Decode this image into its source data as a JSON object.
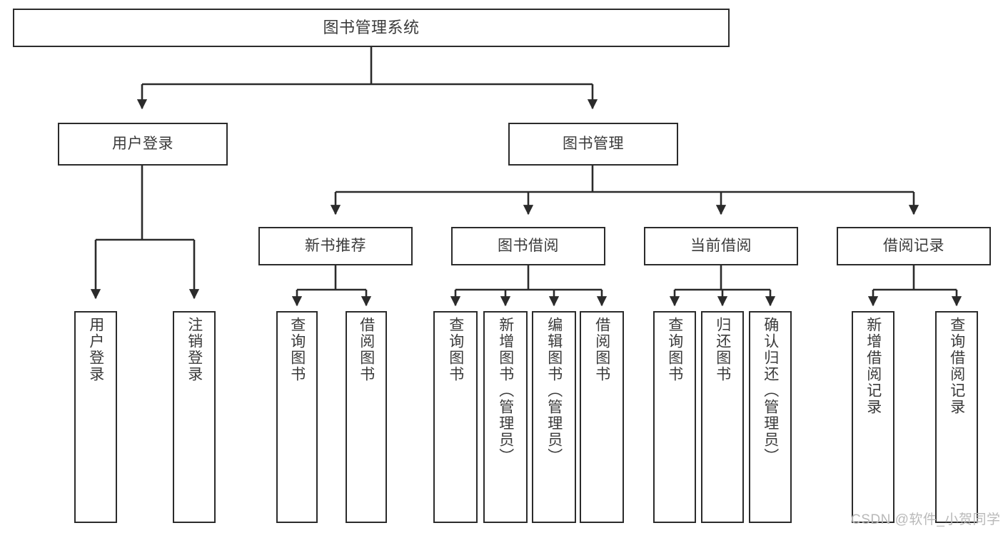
{
  "diagram": {
    "title": "图书管理系统",
    "type": "tree-hierarchy-chart",
    "colors": {
      "box_border": "#2b2b2b",
      "box_fill": "#ffffff",
      "text": "#3a3a3a",
      "edge": "#2b2b2b",
      "watermark": "#b9b9b9",
      "background": "#ffffff"
    },
    "root": {
      "label": "图书管理系统"
    },
    "level2": [
      {
        "label": "用户登录"
      },
      {
        "label": "图书管理"
      }
    ],
    "level3": [
      {
        "label": "新书推荐"
      },
      {
        "label": "图书借阅"
      },
      {
        "label": "当前借阅"
      },
      {
        "label": "借阅记录"
      }
    ],
    "leaves": {
      "user_login": [
        {
          "label": "用户登录"
        },
        {
          "label": "注销登录"
        }
      ],
      "new_book_recommend": [
        {
          "label": "查询图书"
        },
        {
          "label": "借阅图书"
        }
      ],
      "book_borrow": [
        {
          "label": "查询图书"
        },
        {
          "label": "新增图书（管理员）"
        },
        {
          "label": "编辑图书（管理员）"
        },
        {
          "label": "借阅图书"
        }
      ],
      "current_borrow": [
        {
          "label": "查询图书"
        },
        {
          "label": "归还图书"
        },
        {
          "label": "确认归还（管理员）"
        }
      ],
      "borrow_record": [
        {
          "label": "新增借阅记录"
        },
        {
          "label": "查询借阅记录"
        }
      ]
    }
  },
  "watermark": {
    "text": "CSDN @软件_小贺同学"
  }
}
